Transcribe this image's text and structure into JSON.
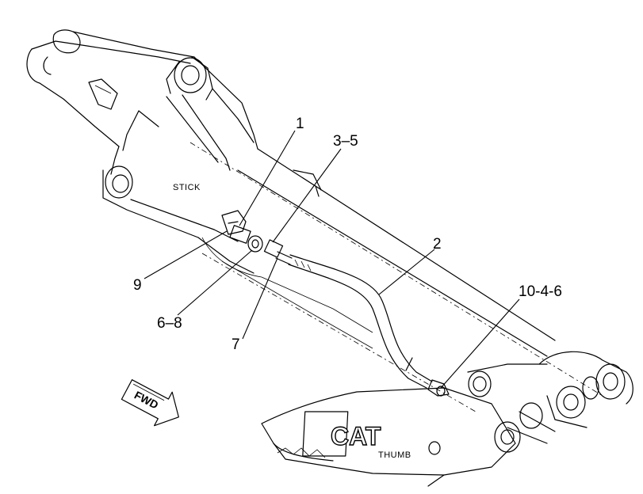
{
  "callouts": {
    "c1": "1",
    "c35": "3–5",
    "c2": "2",
    "c1046": "10-4-6",
    "c9": "9",
    "c68": "6–8",
    "c7": "7"
  },
  "labels": {
    "stick": "STICK",
    "thumb": "THUMB",
    "fwd": "FWD",
    "logo": "CAT"
  }
}
